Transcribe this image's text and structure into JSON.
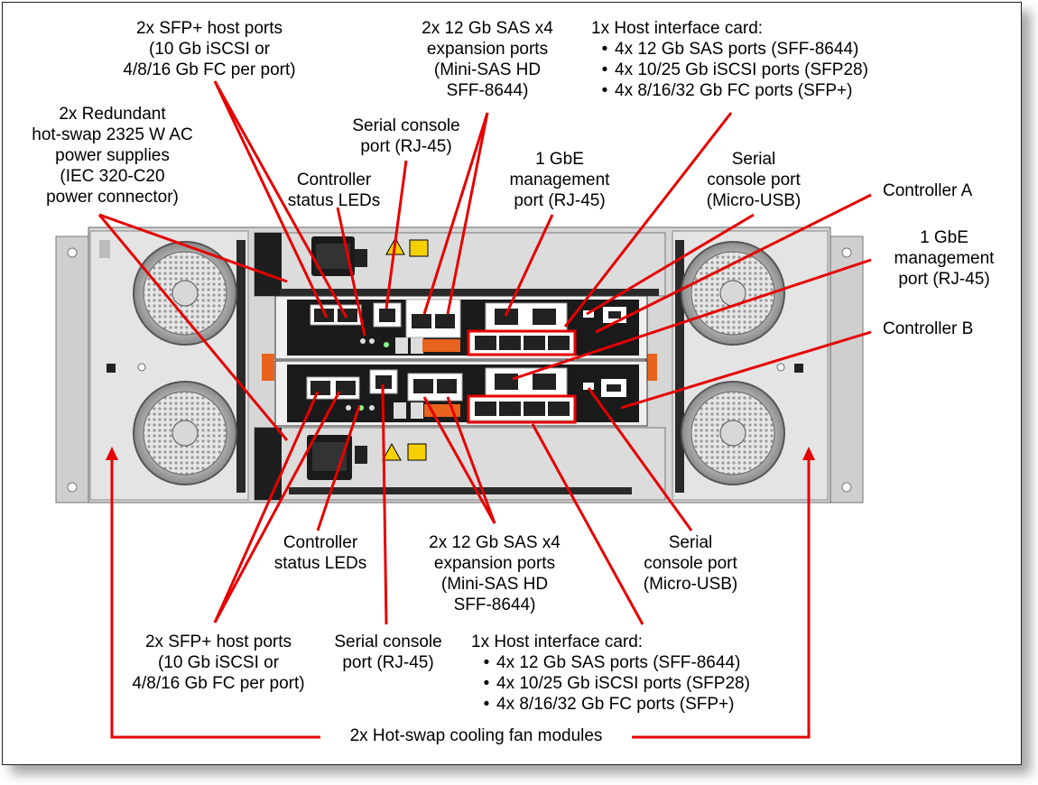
{
  "labels": {
    "sfp_top": [
      "2x SFP+ host ports",
      "(10 Gb iSCSI or",
      "4/8/16 Gb FC per port)"
    ],
    "sas_top": [
      "2x 12 Gb SAS x4",
      "expansion ports",
      "(Mini-SAS HD",
      "SFF-8644)"
    ],
    "hic_top": {
      "title": "1x Host interface card:",
      "items": [
        "4x 12 Gb SAS ports (SFF-8644)",
        "4x 10/25 Gb iSCSI ports (SFP28)",
        "4x 8/16/32 Gb FC ports (SFP+)"
      ]
    },
    "psu": [
      "2x Redundant",
      "hot-swap 2325 W AC",
      "power supplies",
      "(IEC 320-C20",
      "power connector)"
    ],
    "serial_rj45_top": [
      "Serial console",
      "port (RJ-45)"
    ],
    "ctrl_leds_top": [
      "Controller",
      "status LEDs"
    ],
    "mgmt_top": [
      "1 GbE",
      "management",
      "port (RJ-45)"
    ],
    "usb_top": [
      "Serial",
      "console port",
      "(Micro-USB)"
    ],
    "controller_a": "Controller A",
    "mgmt_right": [
      "1 GbE",
      "management",
      "port (RJ-45)"
    ],
    "controller_b": "Controller B",
    "ctrl_leds_bottom": [
      "Controller",
      "status LEDs"
    ],
    "sas_bottom": [
      "2x 12 Gb SAS x4",
      "expansion ports",
      "(Mini-SAS HD",
      "SFF-8644)"
    ],
    "usb_bottom": [
      "Serial",
      "console port",
      "(Micro-USB)"
    ],
    "sfp_bottom": [
      "2x SFP+ host ports",
      "(10 Gb iSCSI or",
      "4/8/16 Gb FC per port)"
    ],
    "serial_rj45_bottom": [
      "Serial console",
      "port (RJ-45)"
    ],
    "hic_bottom": {
      "title": "1x Host interface card:",
      "items": [
        "4x 12 Gb SAS ports (SFF-8644)",
        "4x 10/25 Gb iSCSI ports (SFP28)",
        "4x 8/16/32 Gb FC ports (SFP+)"
      ]
    },
    "fans": "2x Hot-swap cooling fan modules"
  },
  "colors": {
    "callout": "#e60000",
    "chassis": "#d9d9d9",
    "chassis_dark": "#1a1a1a",
    "fan_grey": "#c8c8c8",
    "latch": "#e8641e"
  }
}
